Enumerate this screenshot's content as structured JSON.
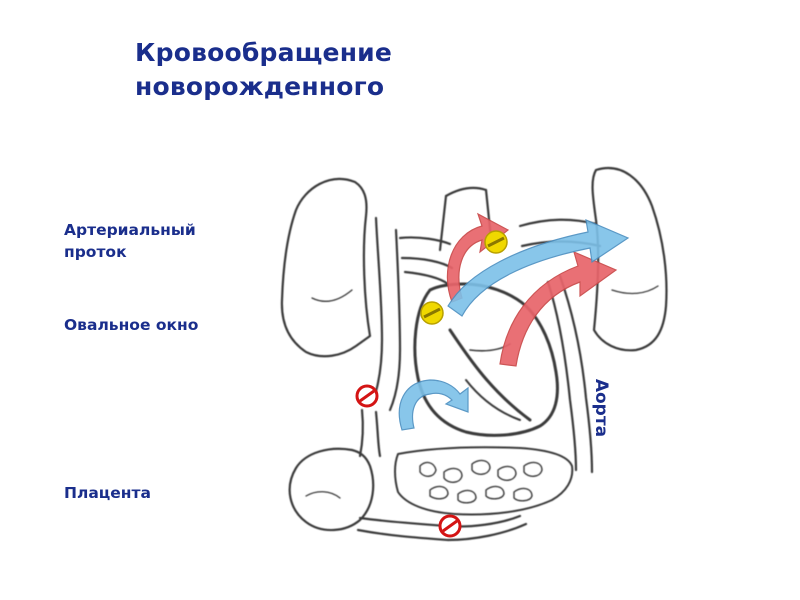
{
  "title": {
    "line1": "Кровообращение",
    "line2": "новорожденного"
  },
  "labels": {
    "arterial_duct_line1": "Артериальный",
    "arterial_duct_line2": "проток",
    "oval_window": "Овальное окно",
    "placenta": "Плацента",
    "aorta": "Аорта"
  },
  "colors": {
    "text": "#1a2e8c",
    "oxygenated_arrow": "#e8646a",
    "deoxygenated_arrow": "#7cc0e8",
    "closing_marker": "#f0d800",
    "closed_marker": "#d41414",
    "sketch_line": "#3a3a3a"
  },
  "icons": {
    "closing_marker": "yellow-closing-circle-icon",
    "closed_marker": "red-no-entry-icon"
  }
}
